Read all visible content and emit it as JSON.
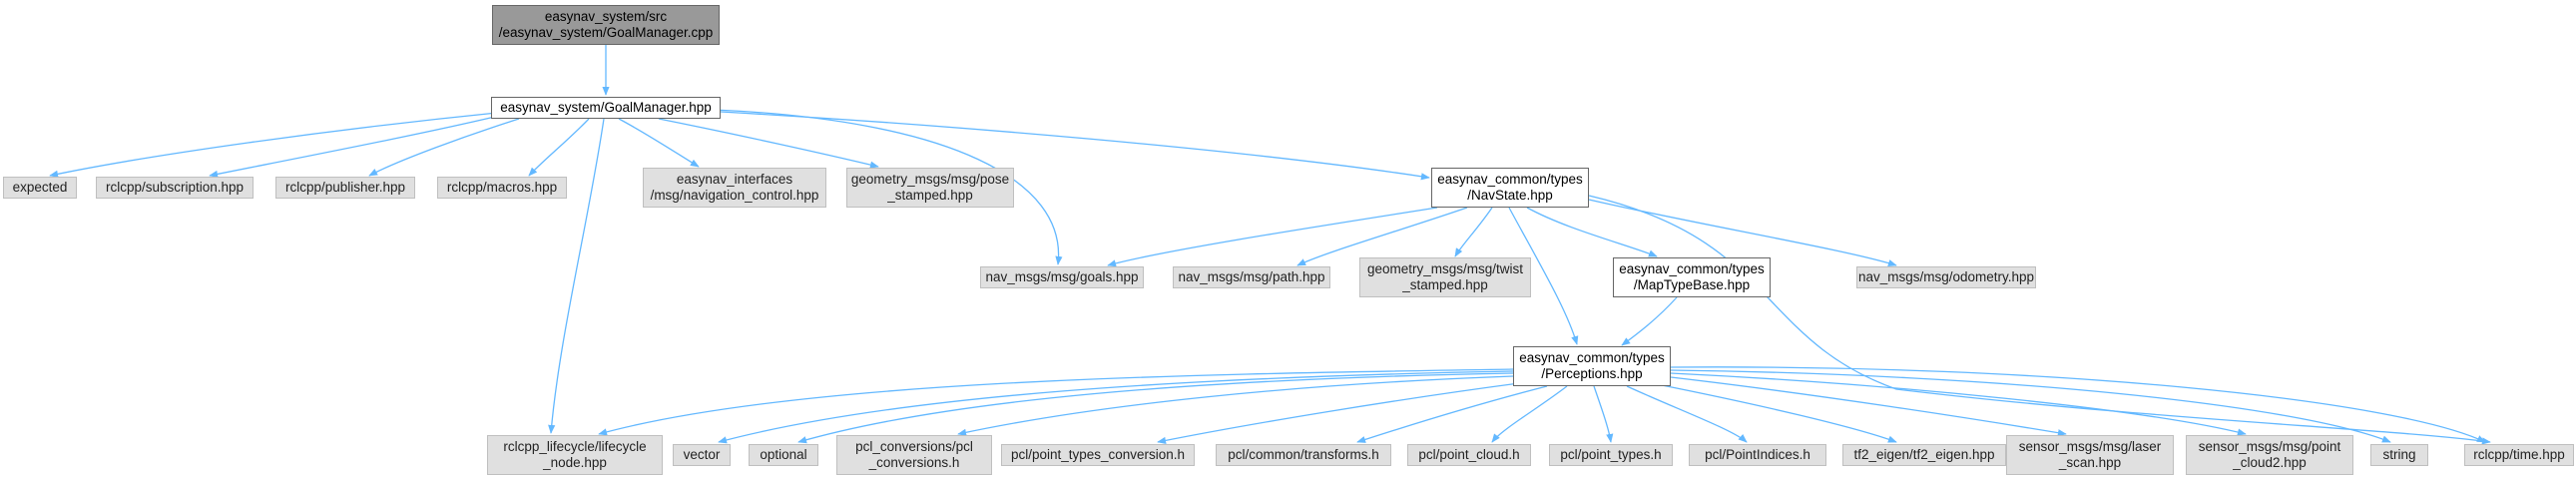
{
  "colors": {
    "edge": "#63b8ff",
    "external_fill": "#e0e0e0",
    "root_fill": "#999999",
    "header_fill": "#ffffff"
  },
  "nodes": {
    "root": "easynav_system/src\n/easynav_system/GoalManager.cpp",
    "goal_manager_hpp": "easynav_system/GoalManager.hpp",
    "expected": "expected",
    "rclcpp_subscription": "rclcpp/subscription.hpp",
    "rclcpp_publisher": "rclcpp/publisher.hpp",
    "rclcpp_macros": "rclcpp/macros.hpp",
    "navigation_control": "easynav_interfaces\n/msg/navigation_control.hpp",
    "pose_stamped": "geometry_msgs/msg/pose\n_stamped.hpp",
    "navstate": "easynav_common/types\n/NavState.hpp",
    "goals": "nav_msgs/msg/goals.hpp",
    "path": "nav_msgs/msg/path.hpp",
    "twist_stamped": "geometry_msgs/msg/twist\n_stamped.hpp",
    "maptypebase": "easynav_common/types\n/MapTypeBase.hpp",
    "odometry": "nav_msgs/msg/odometry.hpp",
    "perceptions": "easynav_common/types\n/Perceptions.hpp",
    "lifecycle_node": "rclcpp_lifecycle/lifecycle\n_node.hpp",
    "vector": "vector",
    "optional": "optional",
    "pcl_conversions": "pcl_conversions/pcl\n_conversions.h",
    "point_types_conversion": "pcl/point_types_conversion.h",
    "transforms": "pcl/common/transforms.h",
    "point_cloud": "pcl/point_cloud.h",
    "point_types": "pcl/point_types.h",
    "point_indices": "pcl/PointIndices.h",
    "tf2_eigen": "tf2_eigen/tf2_eigen.hpp",
    "laser_scan": "sensor_msgs/msg/laser\n_scan.hpp",
    "point_cloud2": "sensor_msgs/msg/point\n_cloud2.hpp",
    "string": "string",
    "time": "rclcpp/time.hpp"
  }
}
